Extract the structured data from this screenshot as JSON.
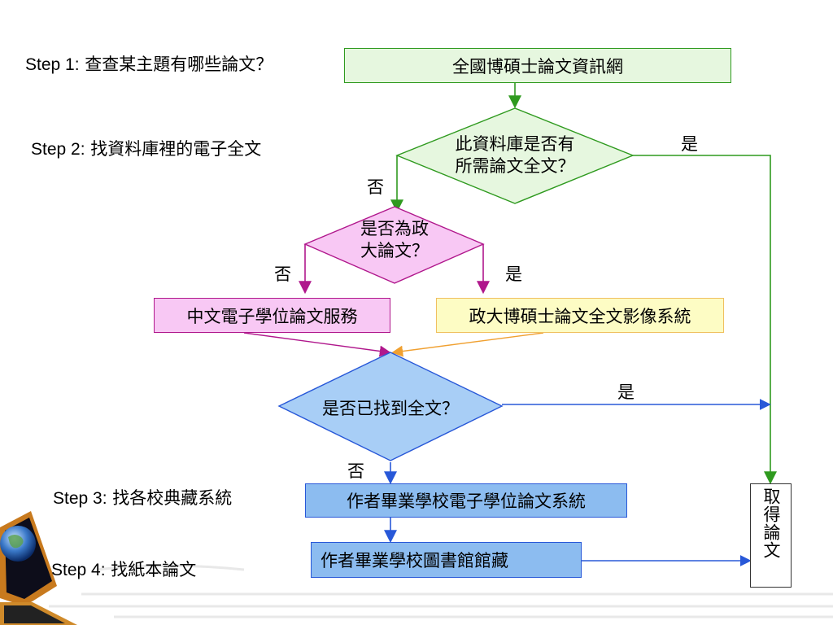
{
  "steps": [
    {
      "num": "Step 1:",
      "text": " 查查某主題有哪些論文？"
    },
    {
      "num": "Step 2:",
      "text": " 找資料庫裡的電子全文"
    },
    {
      "num": "Step 3:",
      "text": " 找各校典藏系統"
    },
    {
      "num": "Step 4:",
      "text": " 找紙本論文"
    }
  ],
  "nodes": {
    "start": "全國博碩士論文資訊網",
    "decision1_line1": "此資料庫是否有",
    "decision1_line2": "所需論文全文？",
    "decision2_line1": "是否為政",
    "decision2_line2": "大論文？",
    "service_left": "中文電子學位論文服務",
    "service_right": "政大博碩士論文全文影像系統",
    "decision3": "是否已找到全文？",
    "school_system": "作者畢業學校電子學位論文系統",
    "school_library": "作者畢業學校圖書館館藏",
    "result": "取得論文"
  },
  "edge_labels": {
    "yes": "是",
    "no": "否"
  },
  "colors": {
    "green_fill": "#e6f7df",
    "green_line": "#2f9a1f",
    "pink_fill": "#f8c8f4",
    "pink_line": "#b0178c",
    "yellow_fill": "#fdfcc4",
    "yellow_line": "#f0a030",
    "blue_diamond_fill": "#a8cef6",
    "blue_box_fill": "#8cbcf0",
    "blue_line": "#2858d8"
  }
}
